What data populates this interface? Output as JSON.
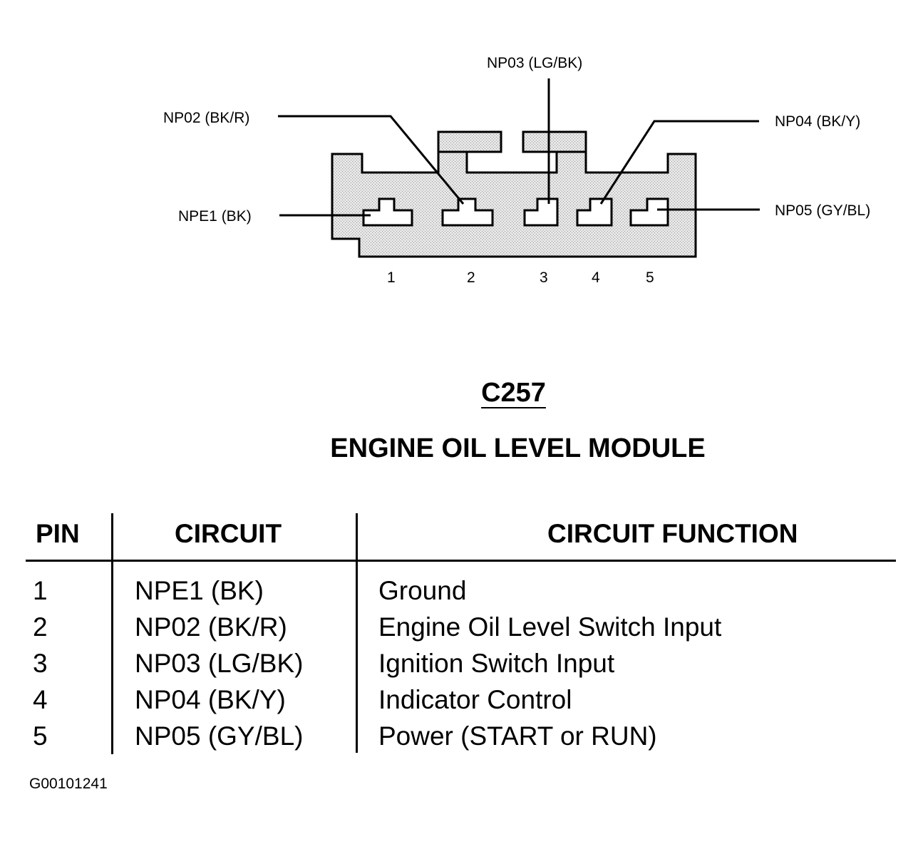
{
  "diagram": {
    "wires": [
      {
        "label": "NP03 (LG/BK)"
      },
      {
        "label": "NP02 (BK/R)"
      },
      {
        "label": "NP04 (BK/Y)"
      },
      {
        "label": "NPE1 (BK)"
      },
      {
        "label": "NP05 (GY/BL)"
      }
    ],
    "pin_numbers": [
      "1",
      "2",
      "3",
      "4",
      "5"
    ],
    "fill_color": "#dddddd"
  },
  "title": "C257",
  "subtitle": "ENGINE OIL LEVEL MODULE",
  "table": {
    "headers": [
      "PIN",
      "CIRCUIT",
      "CIRCUIT FUNCTION"
    ],
    "rows": [
      {
        "pin": "1",
        "circuit": "NPE1 (BK)",
        "function": "Ground"
      },
      {
        "pin": "2",
        "circuit": "NP02 (BK/R)",
        "function": "Engine Oil Level Switch Input"
      },
      {
        "pin": "3",
        "circuit": "NP03 (LG/BK)",
        "function": "Ignition Switch Input"
      },
      {
        "pin": "4",
        "circuit": "NP04 (BK/Y)",
        "function": "Indicator Control"
      },
      {
        "pin": "5",
        "circuit": "NP05 (GY/BL)",
        "function": "Power (START or RUN)"
      }
    ]
  },
  "figure_code": "G00101241"
}
